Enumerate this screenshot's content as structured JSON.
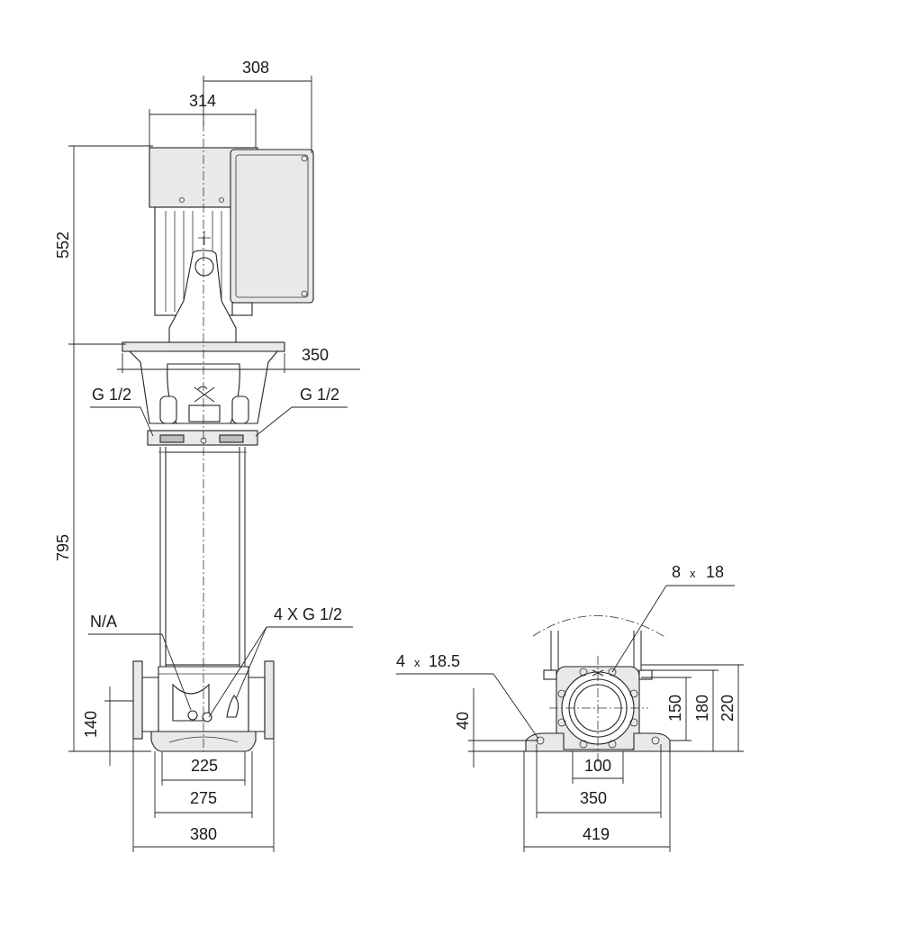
{
  "drawing": {
    "dimensions": {
      "motor_width_terminal": "308",
      "motor_width": "314",
      "motor_height": "552",
      "pump_height": "795",
      "flange_width": "350",
      "inlet_height": "140",
      "base_inner": "225",
      "base_mid": "275",
      "base_overall": "380",
      "side_bolt_holes": "8",
      "side_bolt_size": "18",
      "foot_holes": "4",
      "foot_hole_size": "18.5",
      "side_h1": "150",
      "side_h2": "180",
      "side_h3": "220",
      "side_foot": "40",
      "side_w1": "100",
      "side_w2": "350",
      "side_w3": "419"
    },
    "labels": {
      "g_left": "G 1/2",
      "g_right": "G 1/2",
      "na": "N/A",
      "drain": "4 X G 1/2",
      "times_sign": "x"
    }
  }
}
